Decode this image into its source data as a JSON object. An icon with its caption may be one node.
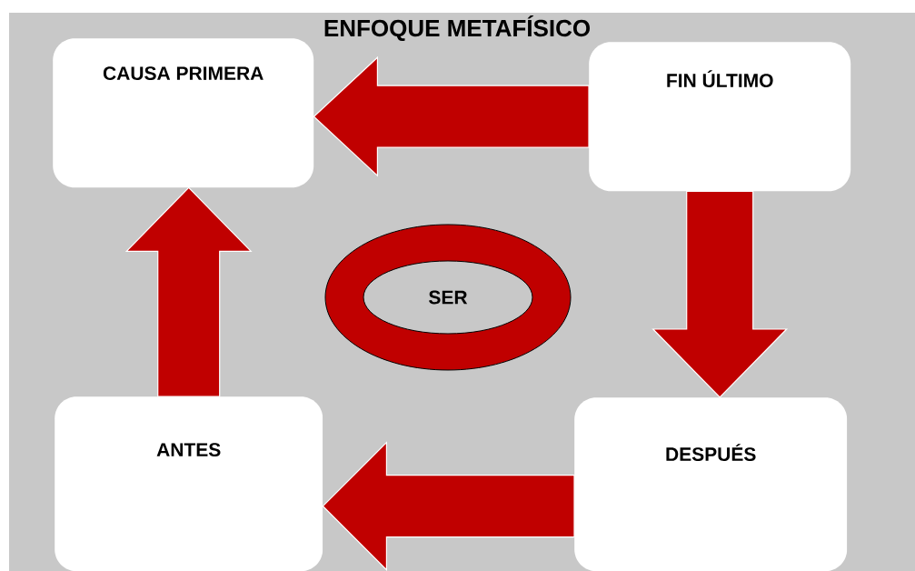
{
  "diagram": {
    "title": "ENFOQUE METAFÍSICO",
    "nodes": [
      {
        "text": [
          "CAUSA PRIMERA"
        ]
      },
      {
        "text": [
          "FIN ÚLTIMO"
        ]
      },
      {
        "text": [
          "SER"
        ]
      },
      {
        "text": [
          "ANTES"
        ]
      },
      {
        "text": [
          "DESPUÉS"
        ]
      }
    ],
    "edges": [
      {
        "from": 1,
        "to": 0,
        "arrow": "to"
      },
      {
        "from": 1,
        "to": 4,
        "arrow": "to"
      },
      {
        "from": 4,
        "to": 3,
        "arrow": "to"
      },
      {
        "from": 3,
        "to": 0,
        "arrow": "to"
      }
    ]
  }
}
